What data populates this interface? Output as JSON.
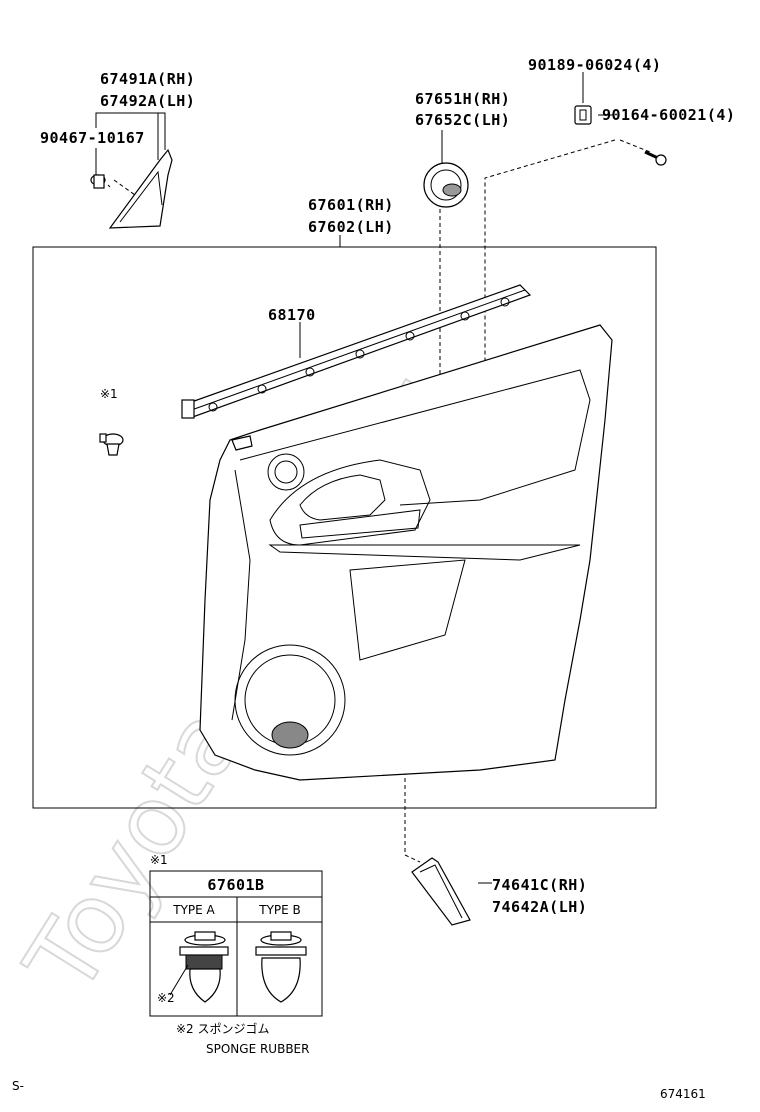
{
  "watermark": "Toyota-Mine.ru",
  "labels": {
    "p67491": "67491A(RH)",
    "p67492": "67492A(LH)",
    "p90467": "90467-10167",
    "p67651": "67651H(RH)",
    "p67652": "67652C(LH)",
    "p90189": "90189-06024(4)",
    "p90164": "90164-60021(4)",
    "p67601": "67601(RH)",
    "p67602": "67602(LH)",
    "p68170": "68170",
    "note1": "※1",
    "p74641": "74641C(RH)",
    "p74642": "74642A(LH)"
  },
  "inset": {
    "note": "※1",
    "title": "67601B",
    "type_a": "TYPE A",
    "type_b": "TYPE B",
    "note2": "※2",
    "footnote_jp": "※2 スポンジゴム",
    "footnote_en": "SPONGE RUBBER"
  },
  "footer": {
    "left": "S-",
    "right": "674161"
  }
}
